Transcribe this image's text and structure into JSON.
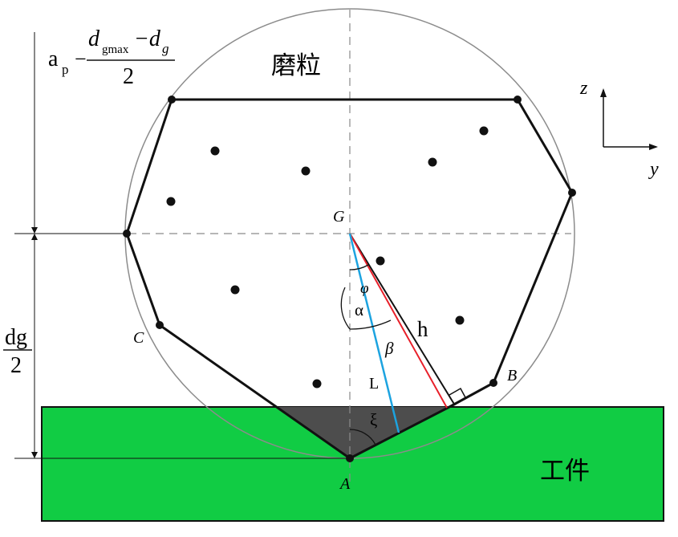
{
  "labels": {
    "grain": "磨粒",
    "workpiece": "工件",
    "point_G": "G",
    "point_A": "A",
    "point_B": "B",
    "point_C": "C",
    "axis_z": "z",
    "axis_y": "y",
    "h": "h",
    "L": "L",
    "phi": "φ",
    "alpha": "α",
    "beta": "β",
    "xi": "ξ"
  },
  "top_formula": {
    "a": "a",
    "p": "p",
    "minus": "−",
    "d1": "d",
    "d1_sub": "gmax",
    "mid_minus": "−d",
    "d2_sub": "g",
    "denominator": "2"
  },
  "side_formula": {
    "numerator": "dg",
    "denominator": "2"
  },
  "colors": {
    "workpiece": "#11cc44",
    "chip": "#4d4d4d",
    "blue_line": "#1ca3e0",
    "red_line": "#e8202a",
    "outline": "#111111",
    "circle": "#8c8c8c"
  }
}
